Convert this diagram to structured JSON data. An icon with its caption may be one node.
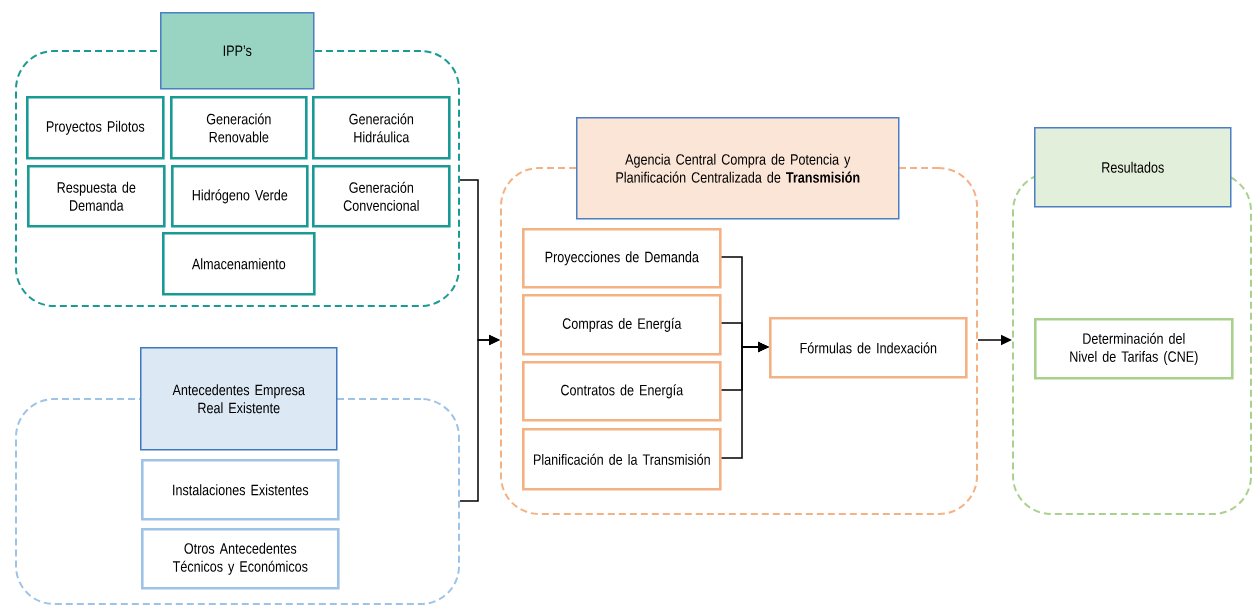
{
  "diagram": {
    "nodes": [
      {
        "text": [],
        "shape": "box"
      },
      {
        "text": [
          "IPP’s"
        ]
      },
      {
        "text": [
          "Proyectos Pilotos"
        ],
        "in": 0
      },
      {
        "text": [
          "Generación Renovable"
        ],
        "in": 0
      },
      {
        "text": [
          "Generación Hidráulica"
        ],
        "in": 0
      },
      {
        "text": [
          "Respuesta de Demanda"
        ],
        "in": 0
      },
      {
        "text": [
          "Hidrógeno Verde"
        ],
        "in": 0
      },
      {
        "text": [
          "Generación Convencional"
        ],
        "in": 0
      },
      {
        "text": [
          "Almacenamiento"
        ],
        "in": 0
      },
      {
        "text": [],
        "shape": "box"
      },
      {
        "text": [
          "Antecedentes Empresa Real Existente"
        ]
      },
      {
        "text": [
          "Instalaciones Existentes"
        ],
        "in": 9
      },
      {
        "text": [
          "Otros Antecedentes Técnicos y Económicos"
        ],
        "in": 9
      },
      {
        "text": [],
        "shape": "box"
      },
      {
        "text": [
          "Agencia Central Compra de Potencia y Planificación Centralizada de **Transmisión**"
        ]
      },
      {
        "text": [
          "Proyecciones de Demanda"
        ],
        "in": 13
      },
      {
        "text": [
          "Compras de Energía"
        ],
        "in": 13
      },
      {
        "text": [
          "Contratos de Energía"
        ],
        "in": 13
      },
      {
        "text": [
          "Planificación de la Transmisión"
        ],
        "in": 13
      },
      {
        "text": [
          "Fórmulas de Indexación"
        ],
        "in": 13
      },
      {
        "text": [],
        "shape": "box"
      },
      {
        "text": [
          "Resultados"
        ]
      },
      {
        "text": [
          "Determinación del Nivel de Tarifas (CNE)"
        ],
        "in": 20
      }
    ],
    "edges": [
      {
        "from": 0,
        "to": 13,
        "arrow": "to"
      },
      {
        "from": 9,
        "to": 13,
        "arrow": "to"
      },
      {
        "from": 15,
        "to": 19,
        "arrow": "to"
      },
      {
        "from": 16,
        "to": 19,
        "arrow": "to"
      },
      {
        "from": 17,
        "to": 19,
        "arrow": "to"
      },
      {
        "from": 18,
        "to": 19,
        "arrow": "to"
      },
      {
        "from": 13,
        "to": 20,
        "arrow": "to"
      }
    ]
  }
}
